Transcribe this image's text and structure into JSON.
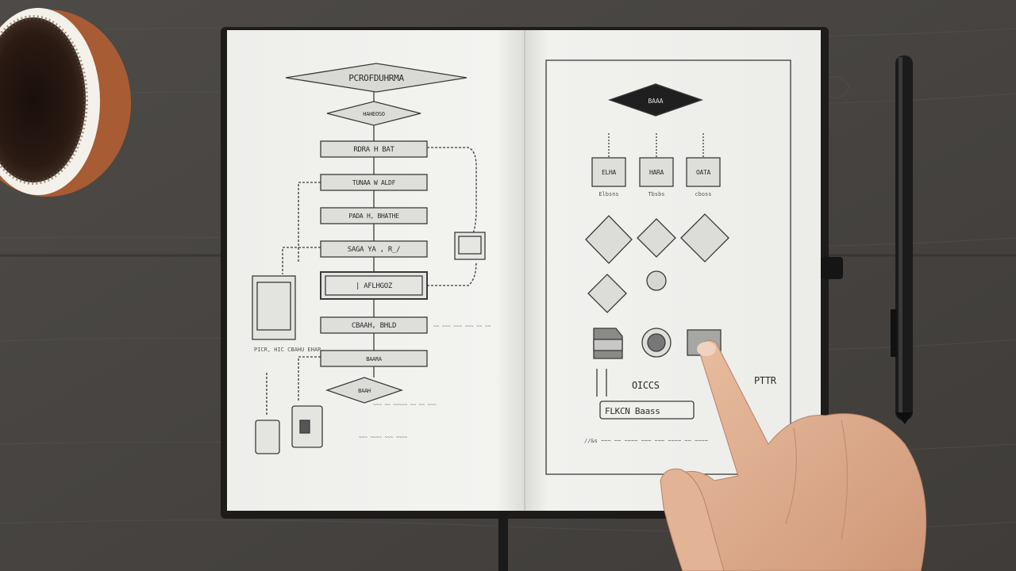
{
  "left_page": {
    "title": "PCROFDUHRMA",
    "decision_1": "HAHEOSO",
    "steps": [
      "RDRA H BAT",
      "TUNAA W ALDF",
      "PADA H, BHATHE",
      "SAGA YA , R_/",
      "| AFLHGOZ",
      "CBAAH, BHLD",
      "BAARA"
    ],
    "decision_2": "BAAH",
    "side_note": "PICR, HIC CBAHU EHAR",
    "notes_1": "~~ ~~~ ~~~ ~~~ ~~ ~~",
    "notes_2": "~~~ ~~ ~~~~~ ~~ ~~ ~~~",
    "notes_3": "~~~ ~~~~ ~~~ ~~~~"
  },
  "right_page": {
    "top_decision": "BAAA",
    "boxes": [
      "ELHA",
      "HARA",
      "OATA"
    ],
    "box_captions": [
      "Elbsns",
      "Tbsbs",
      "cboss"
    ],
    "lower_text": "OICCS",
    "bottom_box": "FLKCN Baass",
    "right_label": "PTTR",
    "notes": "//&s ~~~ ~~ ~~~~ ~~~ ~~~ ~~~~ ~~ ~~~~"
  },
  "colors": {
    "desk": "#4a4745",
    "paper": "#f1f1ee",
    "notebook_cover": "#1d1c1b",
    "mug": "#b8693c",
    "skin": "#dfae90"
  }
}
